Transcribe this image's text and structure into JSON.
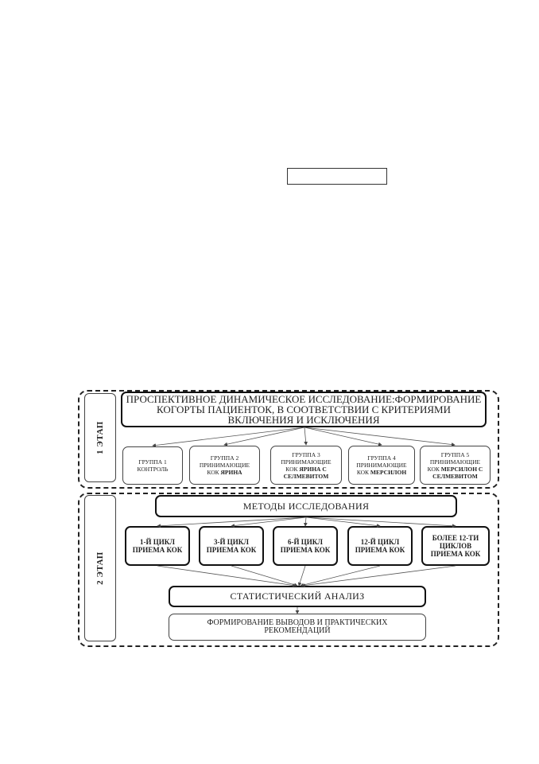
{
  "stage1": {
    "label": "1 ЭТАП",
    "title": "ПРОСПЕКТИВНОЕ ДИНАМИЧЕСКОЕ ИССЛЕДОВАНИЕ:ФОРМИРОВАНИЕ КОГОРТЫ ПАЦИЕНТОК, В СООТВЕТСТВИИ С КРИТЕРИЯМИ ВКЛЮЧЕНИЯ И ИСКЛЮЧЕНИЯ",
    "groups": [
      {
        "line1": "ГРУППА 1",
        "line2": "КОНТРОЛЬ",
        "bold": ""
      },
      {
        "line1": "ГРУППА 2",
        "line2": "ПРИНИМАЮЩИЕ",
        "prefix": "КОК",
        "bold": "ЯРИНА"
      },
      {
        "line1": "ГРУППА 3",
        "line2": "ПРИНИМАЮЩИЕ",
        "prefix": "КОК",
        "bold": "ЯРИНА С СЕЛМЕВИТОМ"
      },
      {
        "line1": "ГРУППА 4",
        "line2": "ПРИНИМАЮЩИЕ",
        "prefix": "КОК",
        "bold": "МЕРСИЛОН"
      },
      {
        "line1": "ГРУППА 5",
        "line2": "ПРИНИМАЮЩИЕ",
        "prefix": "КОК",
        "bold": "МЕРСИЛОН С СЕЛМЕВИТОМ"
      }
    ]
  },
  "stage2": {
    "label": "2 ЭТАП",
    "methods_title": "МЕТОДЫ ИССЛЕДОВАНИЯ",
    "cycles": [
      "1-Й ЦИКЛ ПРИЕМА КОК",
      "3-Й ЦИКЛ ПРИЕМА КОК",
      "6-Й ЦИКЛ ПРИЕМА КОК",
      "12-Й ЦИКЛ ПРИЕМА КОК",
      "БОЛЕЕ 12-ТИ ЦИКЛОВ ПРИЕМА КОК"
    ],
    "analysis_title": "СТАТИСТИЧЕСКИЙ АНАЛИЗ",
    "conclusions_title": "ФОРМИРОВАНИЕ ВЫВОДОВ И ПРАКТИЧЕСКИХ РЕКОМЕНДАЦИЙ"
  }
}
